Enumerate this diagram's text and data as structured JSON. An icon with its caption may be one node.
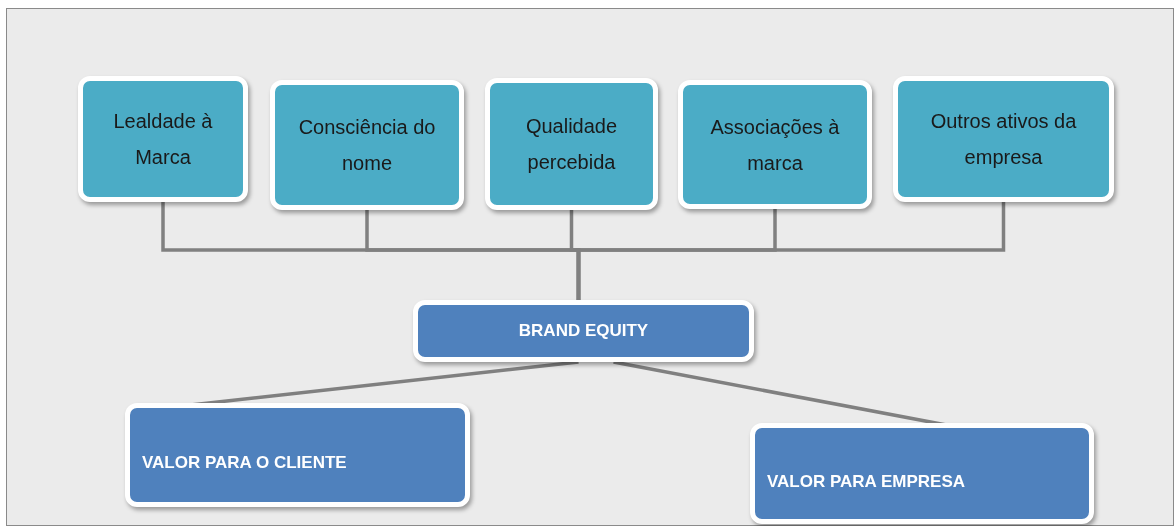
{
  "diagram": {
    "nodes": [
      {
        "text": [
          "Lealdade à Marca"
        ]
      },
      {
        "text": [
          "Consciência do nome"
        ]
      },
      {
        "text": [
          "Qualidade percebida"
        ]
      },
      {
        "text": [
          "Associações à marca"
        ]
      },
      {
        "text": [
          "Outros ativos da empresa"
        ]
      },
      {
        "text": [
          "BRAND EQUITY"
        ]
      },
      {
        "text": [
          "VALOR PARA O CLIENTE"
        ]
      },
      {
        "text": [
          "VALOR PARA EMPRESA"
        ]
      }
    ],
    "edges": [
      {
        "from": 0,
        "to": 5,
        "arrow": "none"
      },
      {
        "from": 1,
        "to": 5,
        "arrow": "none"
      },
      {
        "from": 2,
        "to": 5,
        "arrow": "none"
      },
      {
        "from": 3,
        "to": 5,
        "arrow": "none"
      },
      {
        "from": 4,
        "to": 5,
        "arrow": "none"
      },
      {
        "from": 5,
        "to": 6,
        "arrow": "none"
      },
      {
        "from": 5,
        "to": 7,
        "arrow": "none"
      }
    ]
  }
}
